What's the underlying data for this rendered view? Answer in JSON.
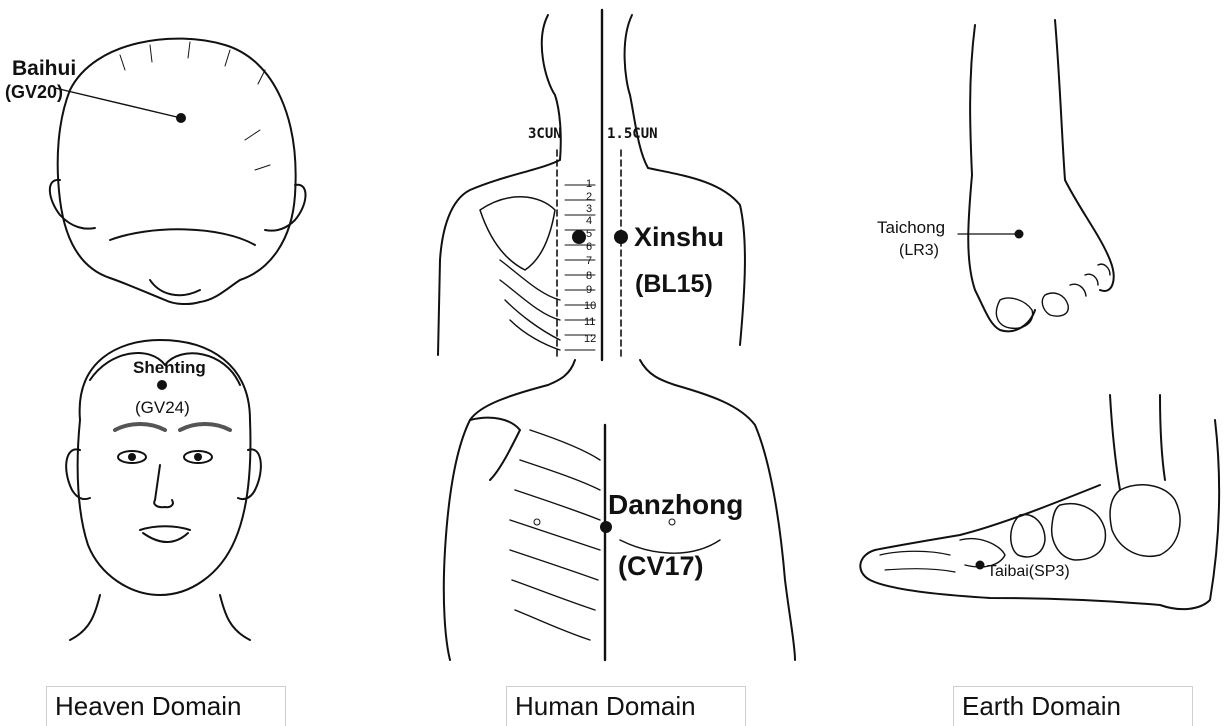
{
  "heaven": {
    "baihui_name": "Baihui",
    "baihui_code": "(GV20)",
    "shenting_name": "Shenting",
    "shenting_code": "(GV24)",
    "caption": "Heaven Domain"
  },
  "human": {
    "measure_left": "3CUN",
    "measure_right": "1.5CUN",
    "vertebrae": [
      "1",
      "2",
      "3",
      "4",
      "5",
      "6",
      "7",
      "8",
      "9",
      "10",
      "11",
      "12"
    ],
    "xinshu_name": "Xinshu",
    "xinshu_code": "(BL15)",
    "danzhong_name": "Danzhong",
    "danzhong_code": "(CV17)",
    "caption": "Human Domain"
  },
  "earth": {
    "taichong_name": "Taichong",
    "taichong_code": "(LR3)",
    "taibai_label": "Taibai(SP3)",
    "caption": "Earth Domain"
  }
}
